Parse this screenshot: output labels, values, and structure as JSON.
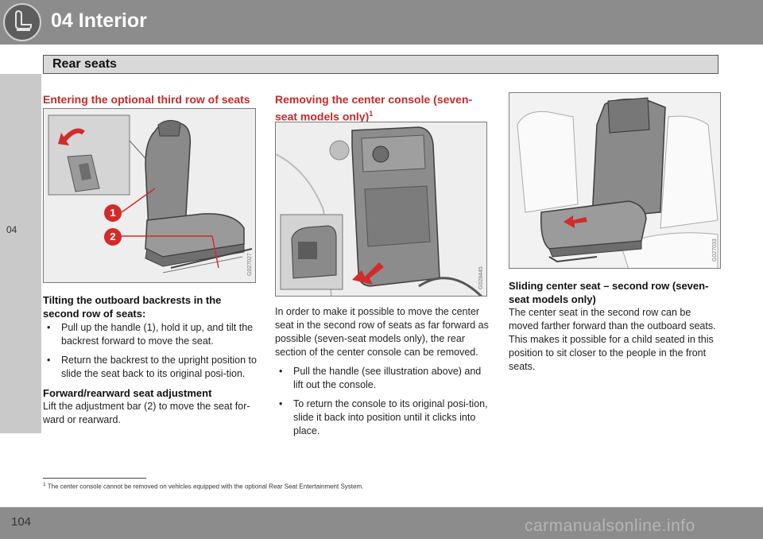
{
  "header": {
    "chapter_title": "04 Interior",
    "section_title": "Rear seats",
    "chapter_icon": "seat-icon"
  },
  "side_tab": {
    "label": "04"
  },
  "column1": {
    "heading": "Entering the optional third row of seats",
    "figure": {
      "code": "G027027",
      "callouts": [
        "1",
        "2"
      ]
    },
    "subheading_1": "Tilting the outboard backrests in the second row of seats:",
    "bullets": [
      "Pull up the handle (1), hold it up, and tilt the backrest forward to move the seat.",
      "Return the backrest to the upright position to slide the seat back to its original posi-tion."
    ],
    "subheading_2": "Forward/rearward seat adjustment",
    "paragraph": "Lift the adjustment bar (2) to move the seat for-ward or rearward."
  },
  "column2": {
    "heading": "Removing the center console (seven-seat models only)",
    "footnote_ref": "1",
    "figure": {
      "code": "G028445"
    },
    "paragraph": "In order to make it possible to move the center seat in the second row of seats as far forward as possible (seven-seat models only), the rear section of the center console can be removed.",
    "bullets": [
      "Pull the handle (see illustration above) and lift out the console.",
      "To return the console to its original posi-tion, slide it back into position until it clicks into place."
    ]
  },
  "column3": {
    "figure": {
      "code": "G027033"
    },
    "subheading": "Sliding center seat – second row (seven-seat models only)",
    "paragraph": "The center seat in the second row can be moved farther forward than the outboard seats. This makes it possible for a child seated in this position to sit closer to the people in the front seats."
  },
  "footnote": {
    "number": "1",
    "text": "The center console cannot be removed on vehicles equipped with the optional Rear Seat Entertainment System."
  },
  "footer": {
    "page_number": "104",
    "watermark": "carmanualsonline.info"
  },
  "colors": {
    "header_gray": "#8c8c8c",
    "heading_red": "#c62a2a",
    "callout_red": "#d22b2b",
    "arrow_red": "#d22b2b"
  }
}
